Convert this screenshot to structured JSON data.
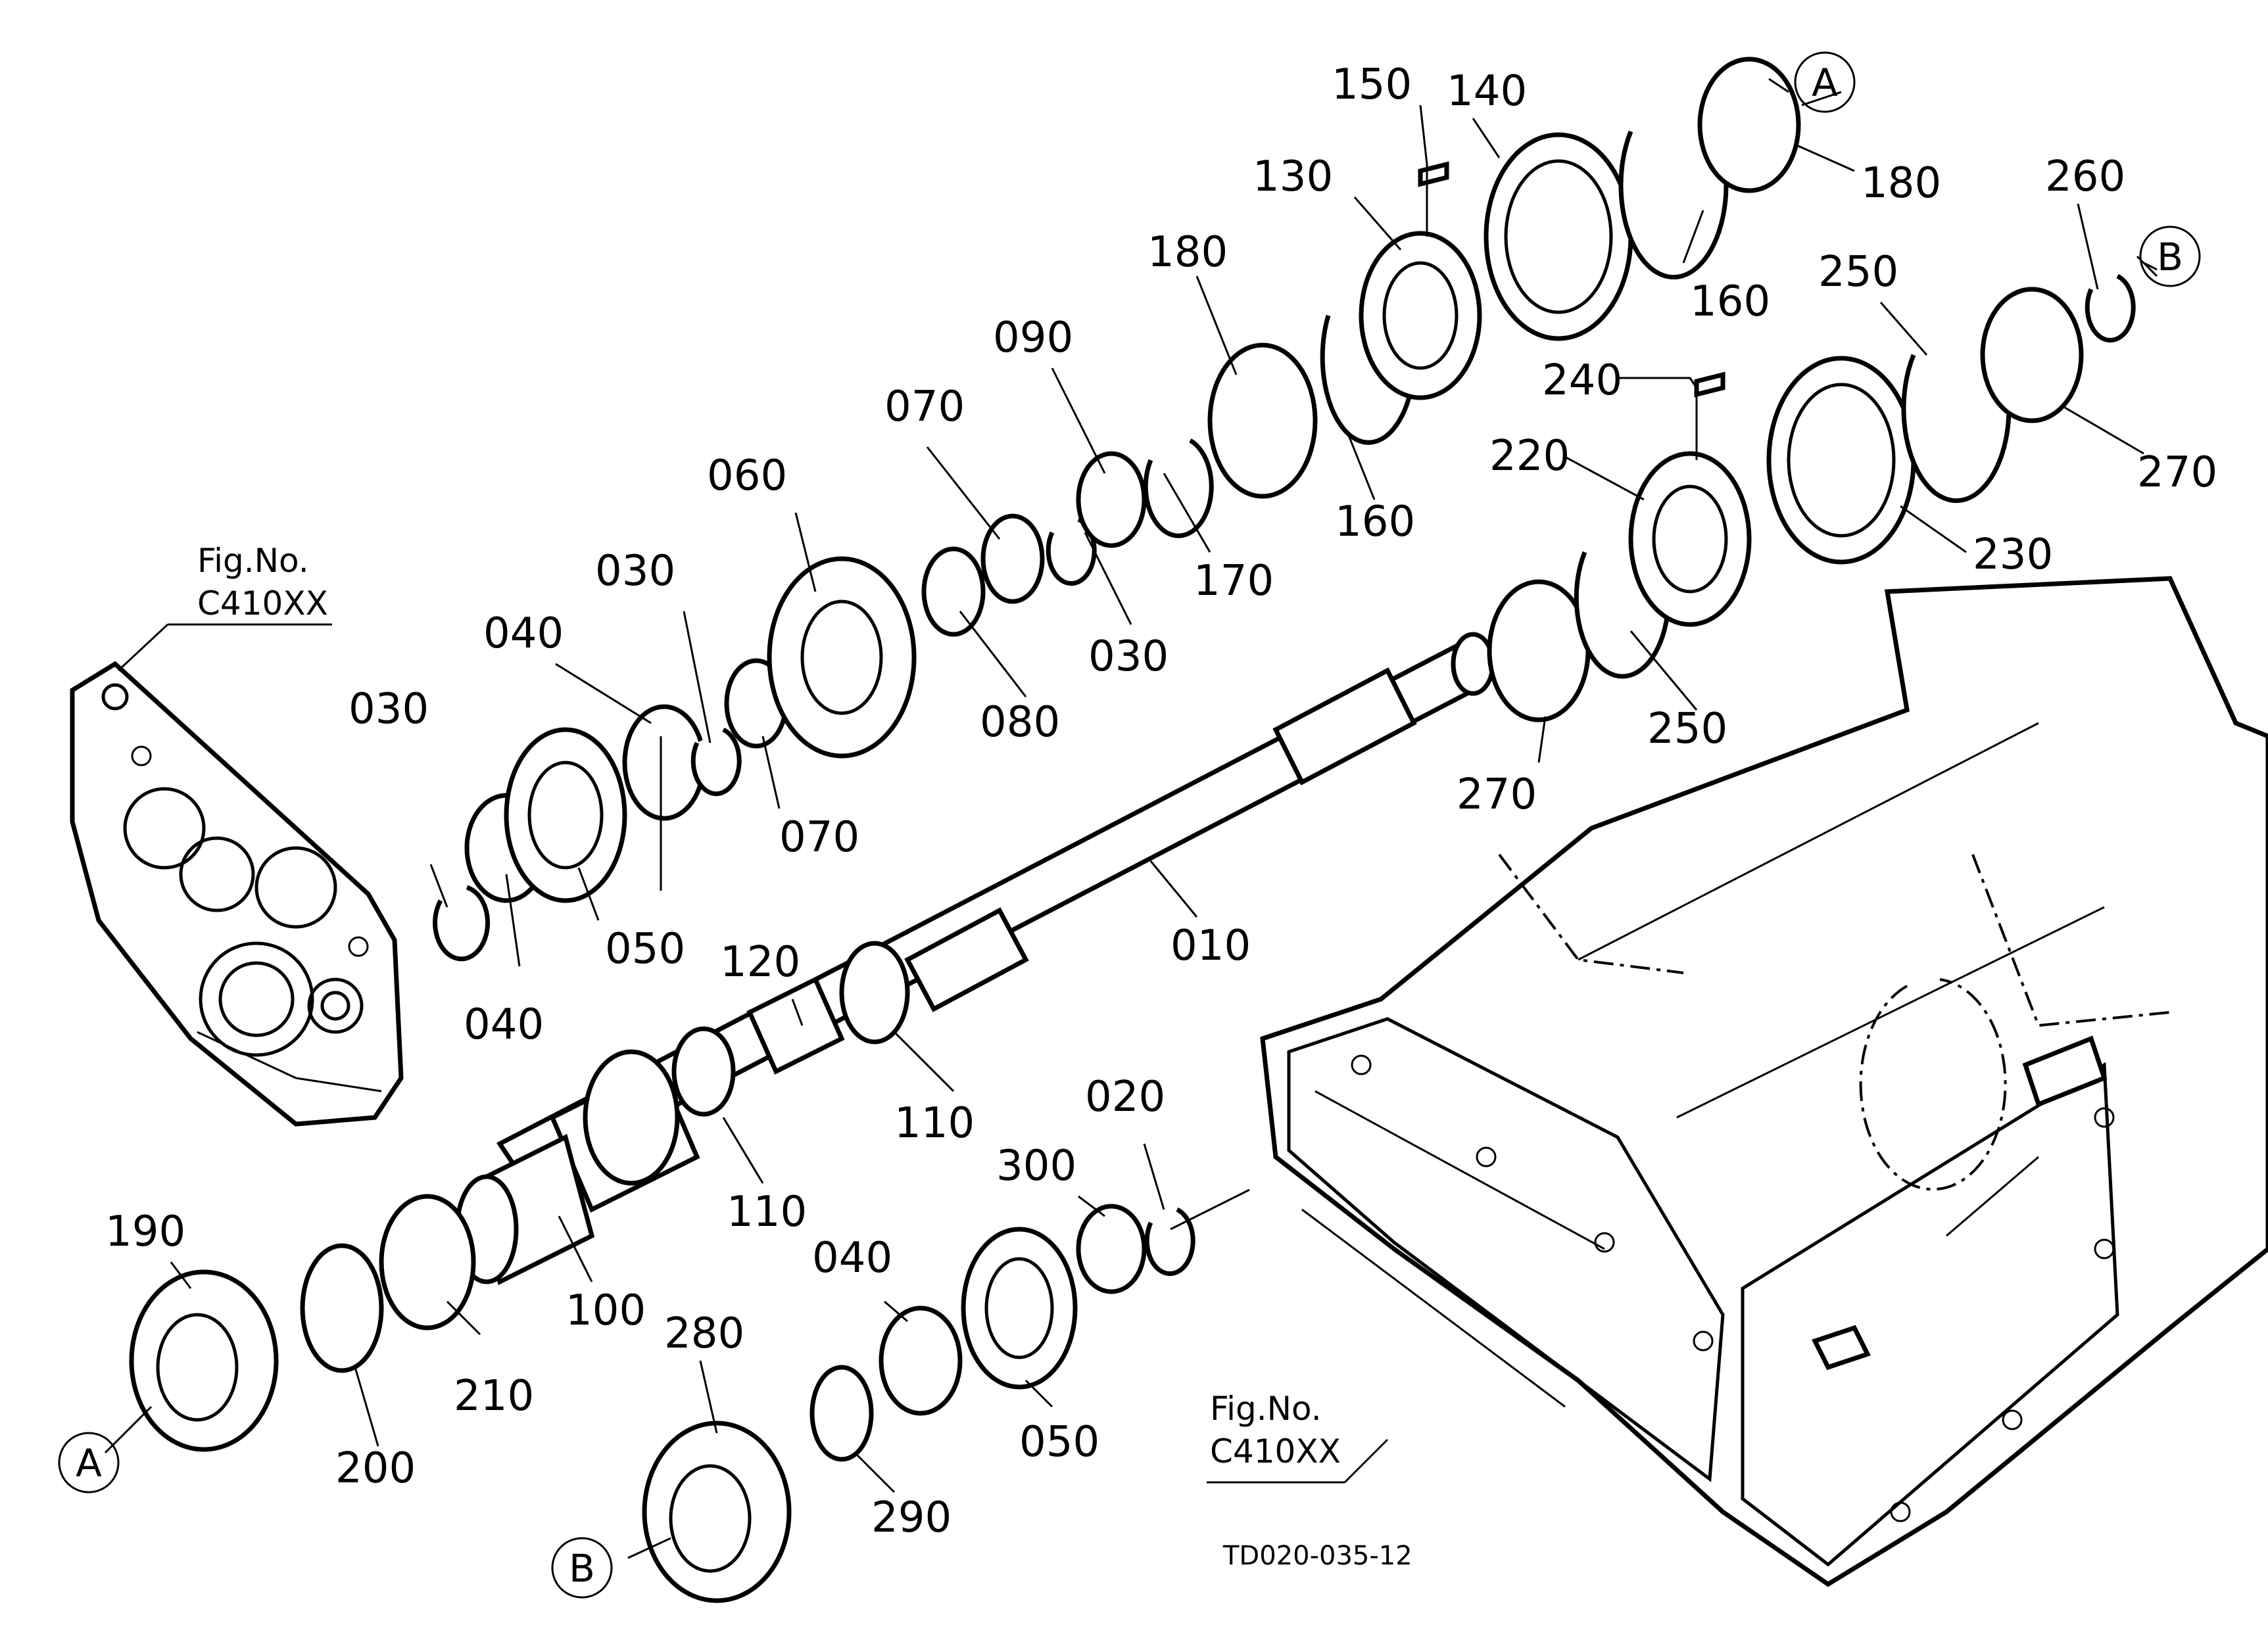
{
  "diagram": {
    "drawing_number": "TD020-035-12",
    "figure_refs": [
      {
        "id": "fig-ref-housing-left",
        "line1": "Fig.No.",
        "line2": "C410XX"
      },
      {
        "id": "fig-ref-case-right",
        "line1": "Fig.No.",
        "line2": "C410XX"
      }
    ],
    "connectors": [
      {
        "id": "connector-a-top",
        "letter": "A"
      },
      {
        "id": "connector-a-bottom",
        "letter": "A"
      },
      {
        "id": "connector-b-top",
        "letter": "B"
      },
      {
        "id": "connector-b-bottom",
        "letter": "B"
      }
    ],
    "part_labels": [
      {
        "id": "p010",
        "text": "010"
      },
      {
        "id": "p020",
        "text": "020"
      },
      {
        "id": "p030a",
        "text": "030"
      },
      {
        "id": "p030b",
        "text": "030"
      },
      {
        "id": "p030c",
        "text": "030"
      },
      {
        "id": "p040a",
        "text": "040"
      },
      {
        "id": "p040b",
        "text": "040"
      },
      {
        "id": "p040c",
        "text": "040"
      },
      {
        "id": "p050a",
        "text": "050"
      },
      {
        "id": "p050b",
        "text": "050"
      },
      {
        "id": "p060",
        "text": "060"
      },
      {
        "id": "p070a",
        "text": "070"
      },
      {
        "id": "p070b",
        "text": "070"
      },
      {
        "id": "p080",
        "text": "080"
      },
      {
        "id": "p090",
        "text": "090"
      },
      {
        "id": "p100",
        "text": "100"
      },
      {
        "id": "p110a",
        "text": "110"
      },
      {
        "id": "p110b",
        "text": "110"
      },
      {
        "id": "p120",
        "text": "120"
      },
      {
        "id": "p130",
        "text": "130"
      },
      {
        "id": "p140",
        "text": "140"
      },
      {
        "id": "p150",
        "text": "150"
      },
      {
        "id": "p160a",
        "text": "160"
      },
      {
        "id": "p160b",
        "text": "160"
      },
      {
        "id": "p170",
        "text": "170"
      },
      {
        "id": "p180a",
        "text": "180"
      },
      {
        "id": "p180b",
        "text": "180"
      },
      {
        "id": "p190",
        "text": "190"
      },
      {
        "id": "p200",
        "text": "200"
      },
      {
        "id": "p210",
        "text": "210"
      },
      {
        "id": "p220",
        "text": "220"
      },
      {
        "id": "p230",
        "text": "230"
      },
      {
        "id": "p240",
        "text": "240"
      },
      {
        "id": "p250a",
        "text": "250"
      },
      {
        "id": "p250b",
        "text": "250"
      },
      {
        "id": "p260",
        "text": "260"
      },
      {
        "id": "p270a",
        "text": "270"
      },
      {
        "id": "p270b",
        "text": "270"
      },
      {
        "id": "p280",
        "text": "280"
      },
      {
        "id": "p290",
        "text": "290"
      },
      {
        "id": "p300",
        "text": "300"
      }
    ]
  }
}
